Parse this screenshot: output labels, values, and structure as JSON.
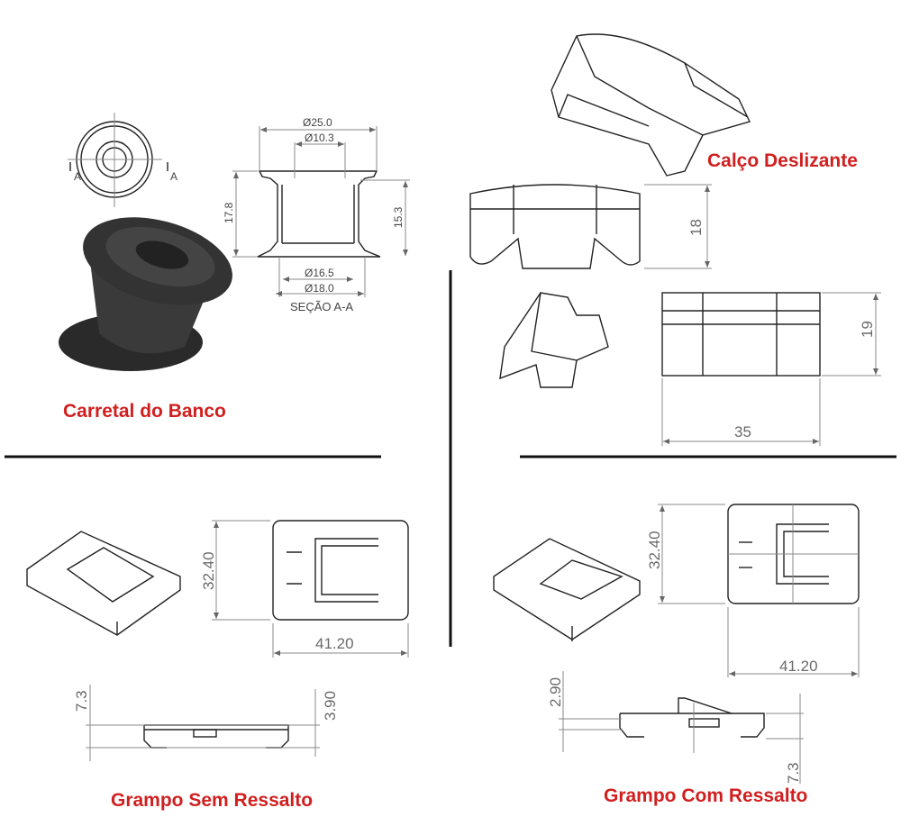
{
  "parts": {
    "carretel": {
      "title": "Carretal do Banco",
      "section_label": "SEÇÃO A-A",
      "cut_mark_left": "A",
      "cut_mark_right": "A",
      "dims": {
        "d_outer": "Ø25.0",
        "d_inner": "Ø10.3",
        "height": "17.8",
        "inner_height": "15.3",
        "d_bottom_inner": "Ø16.5",
        "d_bottom_outer": "Ø18.0"
      }
    },
    "calco": {
      "title": "Calço Deslizante",
      "dims": {
        "height_side": "18",
        "height_front": "19",
        "width": "35"
      }
    },
    "grampo_sem": {
      "title": "Grampo Sem Ressalto",
      "dims": {
        "height": "32.40",
        "width": "41.20",
        "side_a": "7.3",
        "side_b": "3.90"
      }
    },
    "grampo_com": {
      "title": "Grampo Com Ressalto",
      "dims": {
        "height": "32.40",
        "width": "41.20",
        "side_a": "2.90",
        "side_b": "7.3"
      }
    }
  }
}
